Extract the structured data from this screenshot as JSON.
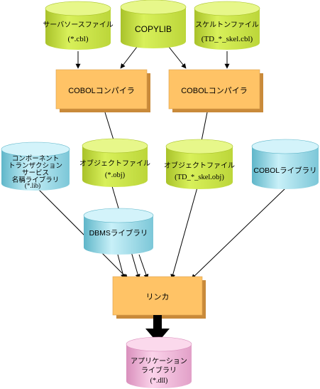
{
  "nodes": {
    "server_source": {
      "line1": "サーバソースファイル",
      "line2": "(*.cbl)",
      "color": "#cce64d"
    },
    "copylib": {
      "line1": "COPYLIB",
      "color": "#cce64d"
    },
    "skeleton": {
      "line1": "スケルトンファイル",
      "line2": "(TD_*_skel.cbl)",
      "color": "#cce64d"
    },
    "compiler_left": {
      "line1": "COBOLコンパイラ",
      "color": "#ffc366"
    },
    "compiler_right": {
      "line1": "COBOLコンパイラ",
      "color": "#ffc366"
    },
    "component_lib": {
      "line1": "コンポーネント",
      "line2": "トランザクション",
      "line3": "サービス",
      "line4": "名稱ライブラリ",
      "line5": "(*.lib)",
      "color": "#99d9e6"
    },
    "object_left": {
      "line1": "オブジェクトファイル",
      "line2": "(*.obj)",
      "color": "#cce64d"
    },
    "object_right": {
      "line1": "オブジェクトファイル",
      "line2": "(TD_*_skel.obj)",
      "color": "#cce64d"
    },
    "cobol_lib": {
      "line1": "COBOLライブラリ",
      "color": "#99d9e6"
    },
    "dbms_lib": {
      "line1": "DBMSライブラリ",
      "color": "#99d9e6"
    },
    "linker": {
      "line1": "リンカ",
      "color": "#ffc366"
    },
    "application": {
      "line1": "アプリケーション",
      "line2": "ライブラリ",
      "line3": "(*.dll)",
      "color": "#f5b8dc"
    }
  }
}
